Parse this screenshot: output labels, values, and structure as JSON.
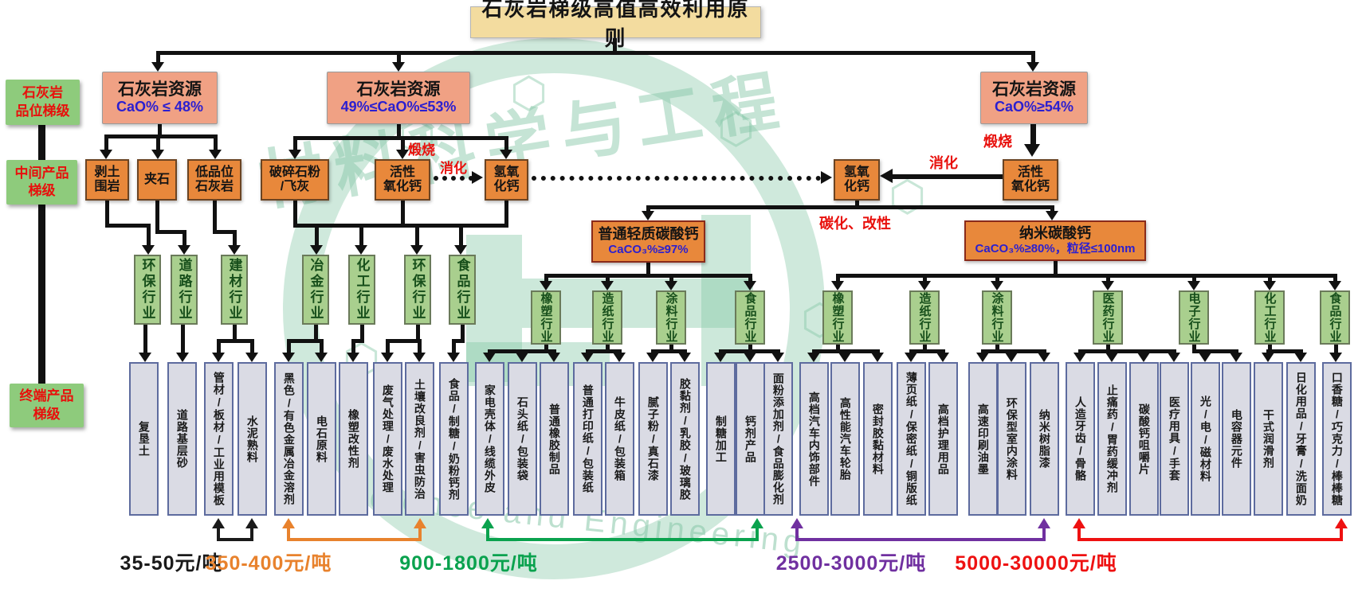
{
  "title": "石灰岩梯级高值高效利用原则",
  "stage_labels": [
    "石灰岩\n品位梯级",
    "中间产品\n梯级",
    "终端产品\n梯级"
  ],
  "resources": [
    {
      "name": "石灰岩资源",
      "grade": "CaO% ≤ 48%"
    },
    {
      "name": "石灰岩资源",
      "grade": "49%≤CaO%≤53%"
    },
    {
      "name": "石灰岩资源",
      "grade": "CaO%≥54%"
    }
  ],
  "intermediates": [
    "剥土\n围岩",
    "夹石",
    "低品位\n石灰岩",
    "破碎石粉\n/飞灰",
    "活性\n氧化钙",
    "氢氧\n化钙",
    "氢氧\n化钙",
    "活性\n氧化钙"
  ],
  "process_labels": {
    "calcination": "煅烧",
    "digestion": "消化",
    "carbonation_modification": "碳化、改性"
  },
  "carbonates": [
    {
      "name": "普通轻质碳酸钙",
      "spec": "CaCO₃%≥97%"
    },
    {
      "name": "纳米碳酸钙",
      "spec": "CaCO₃%≥80%，粒径≤100nm"
    }
  ],
  "groups": [
    {
      "industry": "环保行业",
      "products": [
        "复垦土"
      ]
    },
    {
      "industry": "道路行业",
      "products": [
        "道路基层砂"
      ]
    },
    {
      "industry": "建材行业",
      "products": [
        "管材/板材/工业用模板",
        "水泥熟料"
      ]
    },
    {
      "industry": "冶金行业",
      "products": [
        "黑色/有色金属冶金溶剂",
        "电石原料"
      ]
    },
    {
      "industry": "化工行业",
      "products": [
        "橡塑改性剂"
      ]
    },
    {
      "industry": "环保行业",
      "products": [
        "废气处理/废水处理",
        "土壤改良剂/害虫防治"
      ]
    },
    {
      "industry": "食品行业",
      "products": [
        "食品/制糖/奶粉钙剂"
      ]
    },
    {
      "industry": "橡塑行业",
      "products": [
        "家电壳体/线缆外皮",
        "石头纸/包装袋",
        "普通橡胶制品"
      ]
    },
    {
      "industry": "造纸行业",
      "products": [
        "普通打印纸/包装纸",
        "牛皮纸/包装箱"
      ]
    },
    {
      "industry": "涂料行业",
      "products": [
        "腻子粉/真石漆",
        "胶黏剂/乳胶/玻璃胶"
      ]
    },
    {
      "industry": "食品行业",
      "products": [
        "制糖加工",
        "钙剂产品",
        "面粉添加剂/食品膨化剂"
      ]
    },
    {
      "industry": "橡塑行业",
      "products": [
        "高档汽车内饰部件",
        "高性能汽车轮胎",
        "密封胶黏材料"
      ]
    },
    {
      "industry": "造纸行业",
      "products": [
        "薄页纸/保密纸/铜版纸",
        "高档护理用品"
      ]
    },
    {
      "industry": "涂料行业",
      "products": [
        "高速印刷油墨",
        "环保型室内涂料",
        "纳米树脂漆"
      ]
    },
    {
      "industry": "医药行业",
      "products": [
        "人造牙齿/骨骼",
        "止痛药/胃药缓冲剂",
        "碳酸钙咀嚼片",
        "医疗用具/手套"
      ]
    },
    {
      "industry": "电子行业",
      "products": [
        "光/电/磁材料",
        "电容器元件"
      ]
    },
    {
      "industry": "化工行业",
      "products": [
        "干式润滑剂",
        "日化用品/牙膏/洗面奶"
      ]
    },
    {
      "industry": "食品行业",
      "products": [
        "口香糖/巧克力/棒棒糖"
      ]
    }
  ],
  "prices": [
    {
      "range": "35-50元/吨",
      "color": "#1a1a1a"
    },
    {
      "range": "350-400元/吨",
      "color": "#e8822d"
    },
    {
      "range": "900-1800元/吨",
      "color": "#0aa24e"
    },
    {
      "range": "2500-3000元/吨",
      "color": "#7030a0"
    },
    {
      "range": "5000-30000元/吨",
      "color": "#ee1111"
    }
  ],
  "watermark": {
    "text": "材料科学与工程",
    "subtext": "Science and Engineering"
  }
}
